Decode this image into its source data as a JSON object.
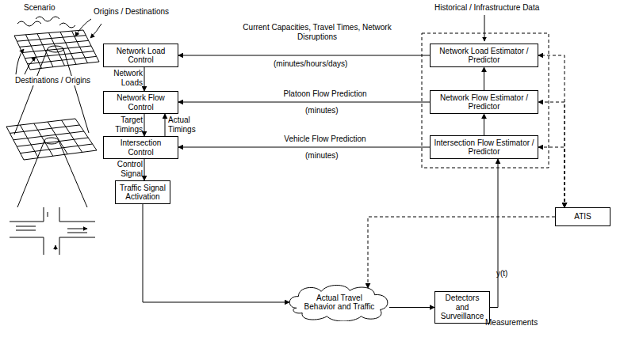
{
  "diagram": {
    "nodes": [
      {
        "text": [
          "Network Load Control"
        ]
      },
      {
        "text": [
          "Network Flow Control"
        ]
      },
      {
        "text": [
          "Intersection Control"
        ]
      },
      {
        "text": [
          "Traffic Signal Activation"
        ]
      },
      {
        "text": [
          "Actual Travel Behavior and Traffic"
        ]
      },
      {
        "text": [
          "Detectors and Surveillance"
        ]
      },
      {
        "text": [
          "Network Load Estimator / Predictor"
        ]
      },
      {
        "text": [
          "Network Flow Estimator / Predictor"
        ]
      },
      {
        "text": [
          "Intersection Flow Estimator / Predictor"
        ]
      },
      {
        "text": [
          "ATIS"
        ]
      }
    ],
    "edges": [
      {
        "from": 6,
        "to": 0,
        "arrow": "to",
        "label": "Current Capacities, Travel Times, Network Disruptions"
      },
      {
        "from": 7,
        "to": 1,
        "arrow": "to",
        "label": "Platoon Flow Prediction"
      },
      {
        "from": 8,
        "to": 2,
        "arrow": "to",
        "label": "Vehicle Flow Prediction"
      },
      {
        "from": 0,
        "to": 1,
        "arrow": "to",
        "label": "Network Loads"
      },
      {
        "from": 1,
        "to": 2,
        "arrow": "to",
        "label": "Target Timings"
      },
      {
        "from": 2,
        "to": 1,
        "arrow": "to",
        "label": "Actual Timings"
      },
      {
        "from": 2,
        "to": 3,
        "arrow": "to",
        "label": "Control Signal"
      },
      {
        "from": 3,
        "to": 4,
        "arrow": "to"
      },
      {
        "from": 4,
        "to": 5,
        "arrow": "to"
      },
      {
        "from": 5,
        "to": 8,
        "arrow": "to",
        "label": "y(t)"
      },
      {
        "from": 8,
        "to": 7,
        "arrow": "to"
      },
      {
        "from": 7,
        "to": 6,
        "arrow": "to"
      },
      {
        "from": 9,
        "to": 6,
        "arrow": "both"
      },
      {
        "from": 9,
        "to": 7,
        "arrow": "both"
      },
      {
        "from": 9,
        "to": 8,
        "arrow": "both"
      },
      {
        "from": 9,
        "to": 4,
        "arrow": "to"
      }
    ],
    "labels": [
      "Scenario",
      "Origins / Destinations",
      "Destinations / Origins",
      "Historical / Infrastructure Data",
      "(minutes/hours/days)",
      "(minutes)",
      "(minutes)",
      "Measurements"
    ]
  }
}
